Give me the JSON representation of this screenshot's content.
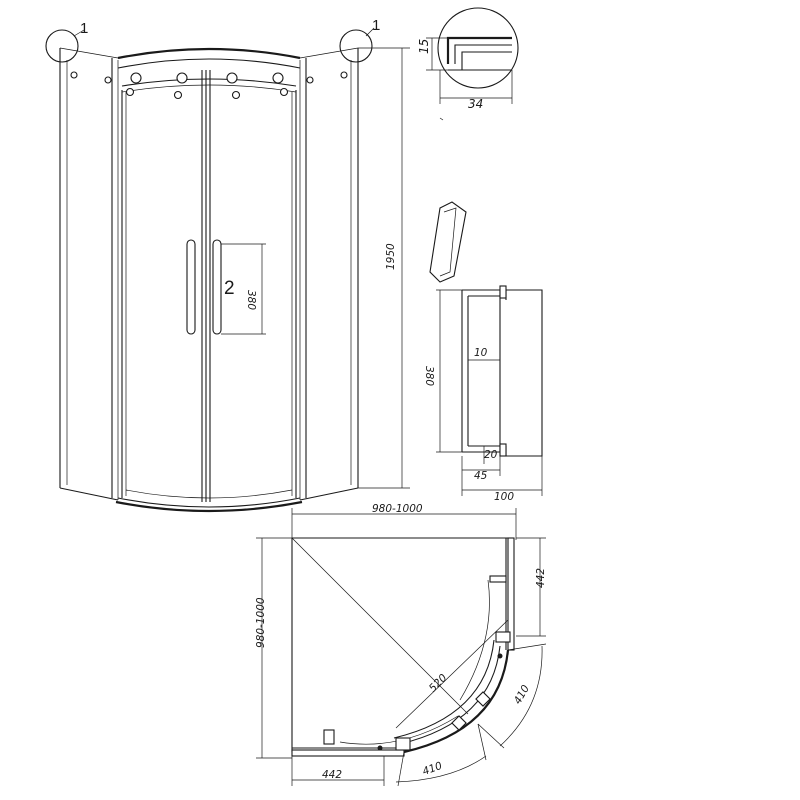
{
  "callouts": {
    "detail_1_left": "1",
    "detail_1_right": "1",
    "detail_2": "2"
  },
  "dimensions": {
    "height_total": "1950",
    "handle_length": "380",
    "profile_height": "15",
    "profile_width": "34",
    "handle_detail_length": "380",
    "handle_detail_bar": "10",
    "handle_detail_offset_a": "20",
    "handle_detail_offset_b": "45",
    "handle_detail_depth": "100",
    "plan_width": "980-1000",
    "plan_depth": "980-1000",
    "plan_side_right": "442",
    "plan_side_bottom": "442",
    "plan_radius": "520",
    "plan_arc_a": "410",
    "plan_arc_b": "410"
  }
}
